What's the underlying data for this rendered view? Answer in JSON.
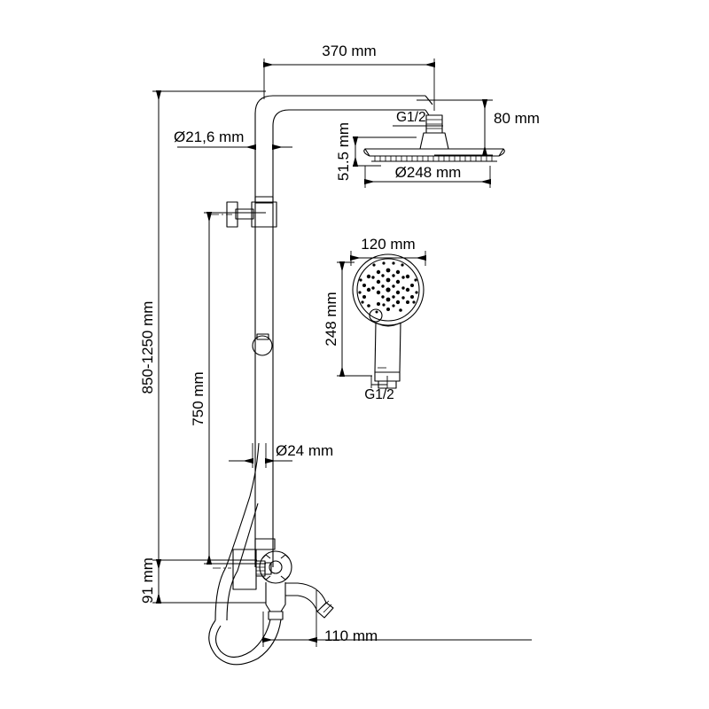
{
  "drawing": {
    "title": "Shower column technical dimension drawing",
    "units": "mm",
    "line_color": "#000000",
    "background_color": "#ffffff"
  },
  "dimensions": {
    "top_width": "370 mm",
    "riser_diameter": "Ø21,6 mm",
    "overall_height_range": "850-1250 mm",
    "rail_length": "750 mm",
    "bar_diameter": "Ø24 mm",
    "spout_height": "91 mm",
    "spout_projection": "110 mm",
    "arm_projection": "80 mm",
    "rain_head_thickness": "51.5 mm",
    "rain_head_diameter": "Ø248 mm",
    "rain_head_thread": "G1/2",
    "hand_shower_width": "120 mm",
    "hand_shower_length": "248 mm",
    "hand_shower_thread": "G1/2"
  },
  "components": {
    "riser_pipe": "riser-pipe",
    "shower_arm": "shower-arm",
    "rain_shower_head": "rain-shower-head",
    "hand_shower": "hand-shower",
    "diverter_valve": "diverter-valve",
    "bath_spout": "bath-spout",
    "slide_bracket": "slide-bracket",
    "shower_hose": "shower-hose",
    "wall_bracket": "wall-bracket"
  }
}
